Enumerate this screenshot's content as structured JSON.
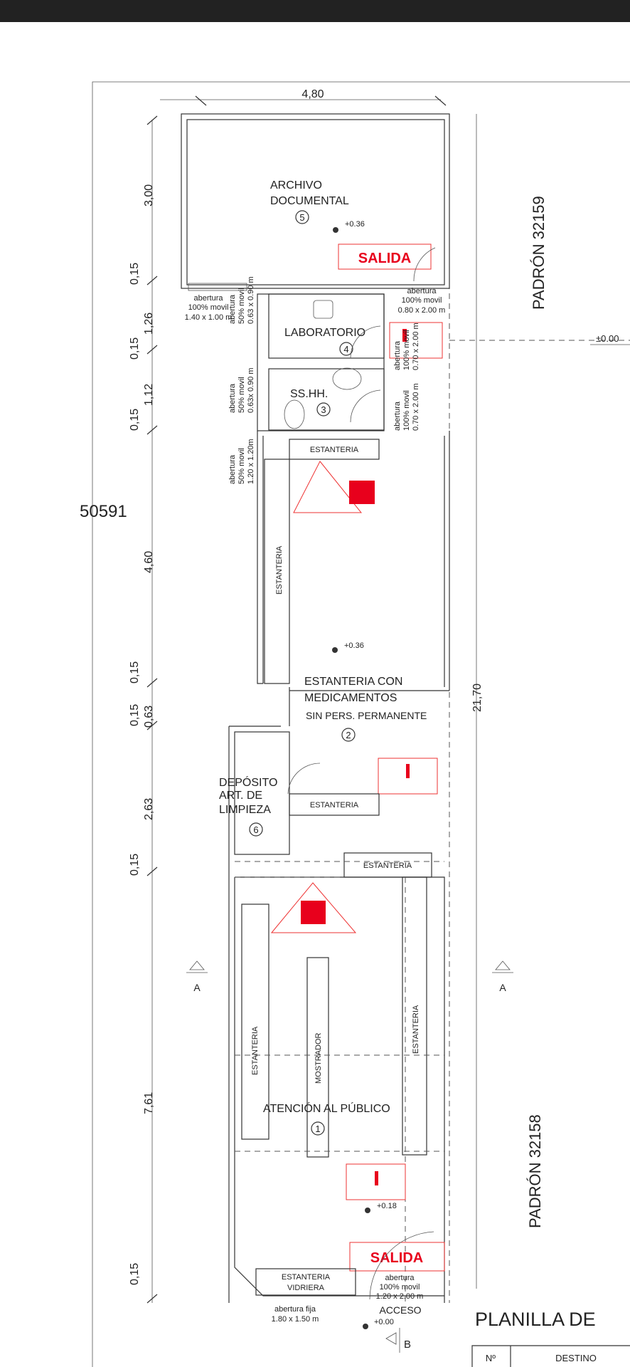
{
  "plan": {
    "dims": {
      "width_top": "4,80",
      "total_right": "21,70",
      "left": [
        "3,00",
        "0,15",
        "1,26",
        "0,15",
        "1,12",
        "0,15",
        "4,60",
        "0,15",
        "0,15",
        "0,63",
        "2,63",
        "0,15",
        "7,61",
        "0,15"
      ]
    },
    "rooms": {
      "archivo": {
        "line1": "ARCHIVO",
        "line2": "DOCUMENTAL",
        "num": "5",
        "level": "+0.36"
      },
      "laboratorio": {
        "name": "LABORATORIO",
        "num": "4"
      },
      "sshh": {
        "name": "SS.HH.",
        "num": "3"
      },
      "medicamentos": {
        "line1": "ESTANTERIA CON",
        "line2": "MEDICAMENTOS",
        "line3": "SIN PERS. PERMANENTE",
        "num": "2",
        "level": "+0.36"
      },
      "deposito": {
        "line1": "DEPÓSITO",
        "line2": "ART. DE",
        "line3": "LIMPIEZA",
        "num": "6"
      },
      "atencion": {
        "name": "ATENCIÓN AL PÚBLICO",
        "num": "1",
        "level": "+0.18"
      }
    },
    "exits": [
      "SALIDA",
      "SALIDA"
    ],
    "openings": {
      "o1": [
        "abertura",
        "100% movil",
        "1.40 x 1.00 m"
      ],
      "o2": [
        "abertura",
        "100% movil",
        "0.80 x 2.00 m"
      ],
      "o3": [
        "abertura",
        "50% movil",
        "0.63 x 0.90 m"
      ],
      "o4": [
        "abertura",
        "100% movil",
        "0.70 x 2.00 m"
      ],
      "o5": [
        "abertura",
        "50% movil",
        "0.63x 0.90 m"
      ],
      "o6": [
        "abertura",
        "100% movil",
        "0.70 x 2.00 m"
      ],
      "o7": [
        "abertura",
        "50% movil",
        "1.20 x 1.20m"
      ],
      "o8": [
        "abertura",
        "100% movil",
        "1.20 x 2.00 m"
      ],
      "o9": [
        "abertura fija",
        "1.80 x 1.50 m"
      ]
    },
    "furniture": {
      "shelf": "ESTANTERIA",
      "counter": "MOSTRADOR",
      "vitrine1": "ESTANTERIA",
      "vitrine2": "VIDRIERA"
    },
    "access": "ACCESO",
    "access_level": "+0.00",
    "street_level": "±0.00",
    "section_a": "A",
    "section_b": "B",
    "padron_top": "PADRÓN  32159",
    "padron_bottom": "PADRÓN  32158",
    "padron_left": "50591",
    "extinguisher_symbol": "i"
  },
  "table": {
    "title": "PLANILLA  DE",
    "headers": [
      "Nº",
      "DESTINO"
    ]
  },
  "colors": {
    "red": "#e8001c",
    "line": "#333333",
    "topbar": "#222222"
  }
}
